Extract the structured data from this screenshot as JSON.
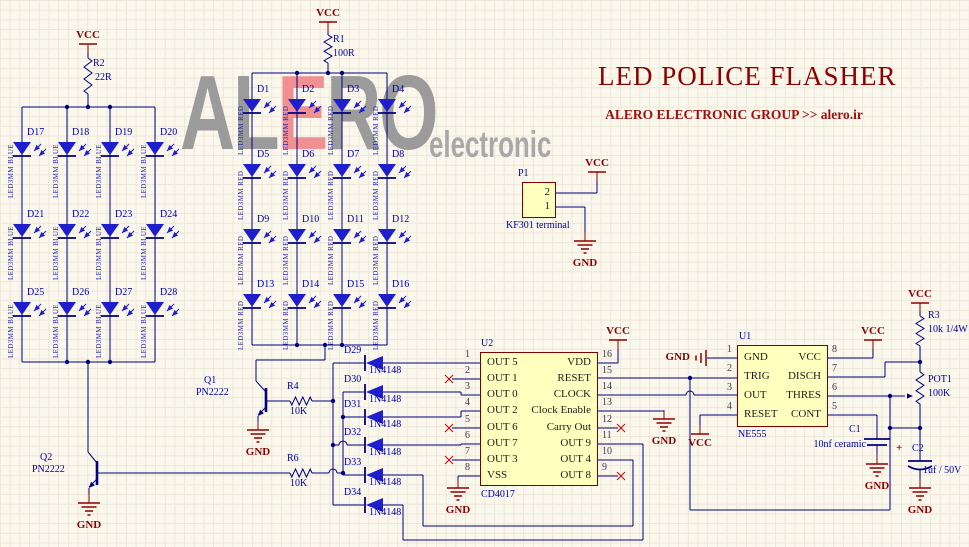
{
  "title": "LED POLICE FLASHER",
  "subtitle": "ALERO ELECTRONIC GROUP  >> alero.ir",
  "watermark": {
    "part1": "AL",
    "accent": "E",
    "part2": "RO",
    "tagline": "electronic"
  },
  "power": {
    "vcc": "VCC",
    "gnd": "GND"
  },
  "blue_bank": {
    "resistor": {
      "name": "R2",
      "value": "22R"
    },
    "led_part": "LED3MM BLUE",
    "designators": [
      "D17",
      "D18",
      "D19",
      "D20",
      "D21",
      "D22",
      "D23",
      "D24",
      "D25",
      "D26",
      "D27",
      "D28"
    ]
  },
  "red_bank": {
    "resistor": {
      "name": "R1",
      "value": "100R"
    },
    "led_part": "LED3MM RED",
    "designators": [
      "D1",
      "D2",
      "D3",
      "D4",
      "D5",
      "D6",
      "D7",
      "D8",
      "D9",
      "D10",
      "D11",
      "D12",
      "D13",
      "D14",
      "D15",
      "D16"
    ]
  },
  "steer_diodes": {
    "part": "1N4148",
    "designators": [
      "D29",
      "D30",
      "D31",
      "D32",
      "D33",
      "D34"
    ]
  },
  "q1": {
    "name": "Q1",
    "part": "PN2222"
  },
  "q2": {
    "name": "Q2",
    "part": "PN2222"
  },
  "r4": {
    "name": "R4",
    "value": "10K"
  },
  "r6": {
    "name": "R6",
    "value": "10K"
  },
  "r3": {
    "name": "R3",
    "value": "10k 1/4W"
  },
  "pot1": {
    "name": "POT1",
    "value": "100K"
  },
  "c1": {
    "name": "C1",
    "value": "10nf ceramic"
  },
  "c2": {
    "name": "C2",
    "plus": "+",
    "value": "1uf / 50V"
  },
  "p1": {
    "name": "P1",
    "part": "KF301 terminal",
    "pin_top": "2",
    "pin_bottom": "1"
  },
  "u2": {
    "name": "U2",
    "part": "CD4017",
    "left": [
      {
        "n": "1",
        "label": "OUT 5"
      },
      {
        "n": "2",
        "label": "OUT 1"
      },
      {
        "n": "3",
        "label": "OUT 0"
      },
      {
        "n": "4",
        "label": "OUT 2"
      },
      {
        "n": "5",
        "label": "OUT 6"
      },
      {
        "n": "6",
        "label": "OUT 7"
      },
      {
        "n": "7",
        "label": "OUT 3"
      },
      {
        "n": "8",
        "label": "VSS"
      }
    ],
    "right": [
      {
        "n": "16",
        "label": "VDD"
      },
      {
        "n": "15",
        "label": "RESET"
      },
      {
        "n": "14",
        "label": "CLOCK"
      },
      {
        "n": "13",
        "label": "Clock Enable"
      },
      {
        "n": "12",
        "label": "Carry Out"
      },
      {
        "n": "11",
        "label": "OUT 9"
      },
      {
        "n": "10",
        "label": "OUT 4"
      },
      {
        "n": "9",
        "label": "OUT 8"
      }
    ]
  },
  "u1": {
    "name": "U1",
    "part": "NE555",
    "left": [
      {
        "n": "1",
        "label": "GND"
      },
      {
        "n": "2",
        "label": "TRIG"
      },
      {
        "n": "3",
        "label": "OUT"
      },
      {
        "n": "4",
        "label": "RESET"
      }
    ],
    "right": [
      {
        "n": "8",
        "label": "VCC"
      },
      {
        "n": "7",
        "label": "DISCH"
      },
      {
        "n": "6",
        "label": "THRES"
      },
      {
        "n": "5",
        "label": "CONT"
      }
    ]
  },
  "colors": {
    "wire": "#000080",
    "led_fill": "#1E1ECD",
    "body_fill": "#FFFFBE",
    "body_border": "#800000",
    "net": "#8B0000",
    "designator": "#0000A8",
    "no_connect": "#C40000",
    "watermark_gray": "#9B9B9B",
    "watermark_accent": "#F09090"
  }
}
